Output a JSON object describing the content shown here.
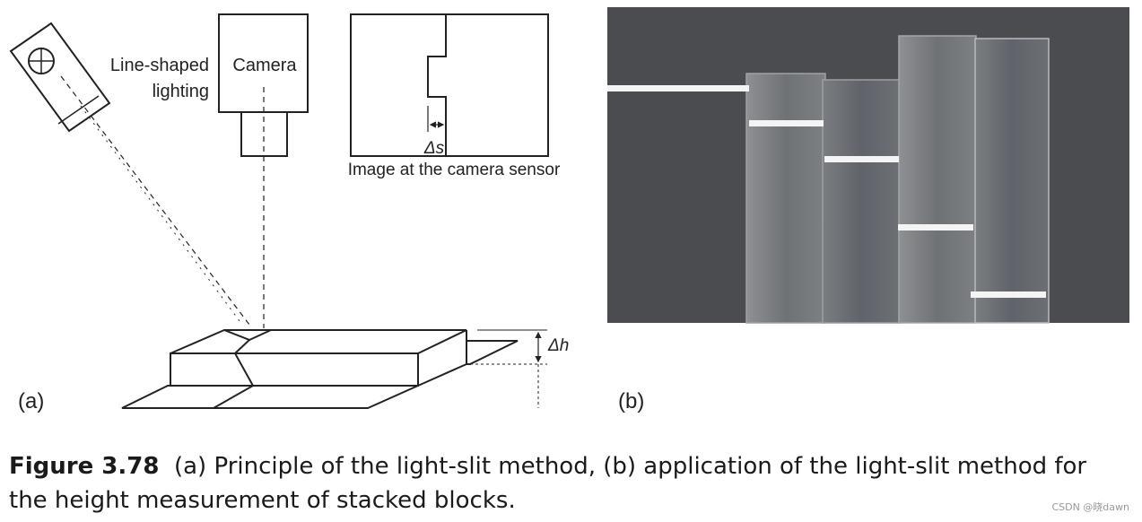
{
  "panel_a": {
    "lighting_label_line1": "Line-shaped",
    "lighting_label_line2": "lighting",
    "camera_label": "Camera",
    "delta_s_label": "Δs",
    "sensor_caption": "Image at the camera sensor",
    "delta_h_label": "Δh",
    "panel_tag": "(a)"
  },
  "panel_b": {
    "panel_tag": "(b)"
  },
  "caption": {
    "figure_number": "Figure 3.78",
    "text": "(a) Principle of the light-slit method, (b) application of the light-slit method for the height measurement of stacked blocks."
  },
  "watermark": "CSDN @晓dawn",
  "colors": {
    "line": "#222222",
    "photo_bg": "#4a4c4f",
    "laser": "#f4f4f4"
  }
}
